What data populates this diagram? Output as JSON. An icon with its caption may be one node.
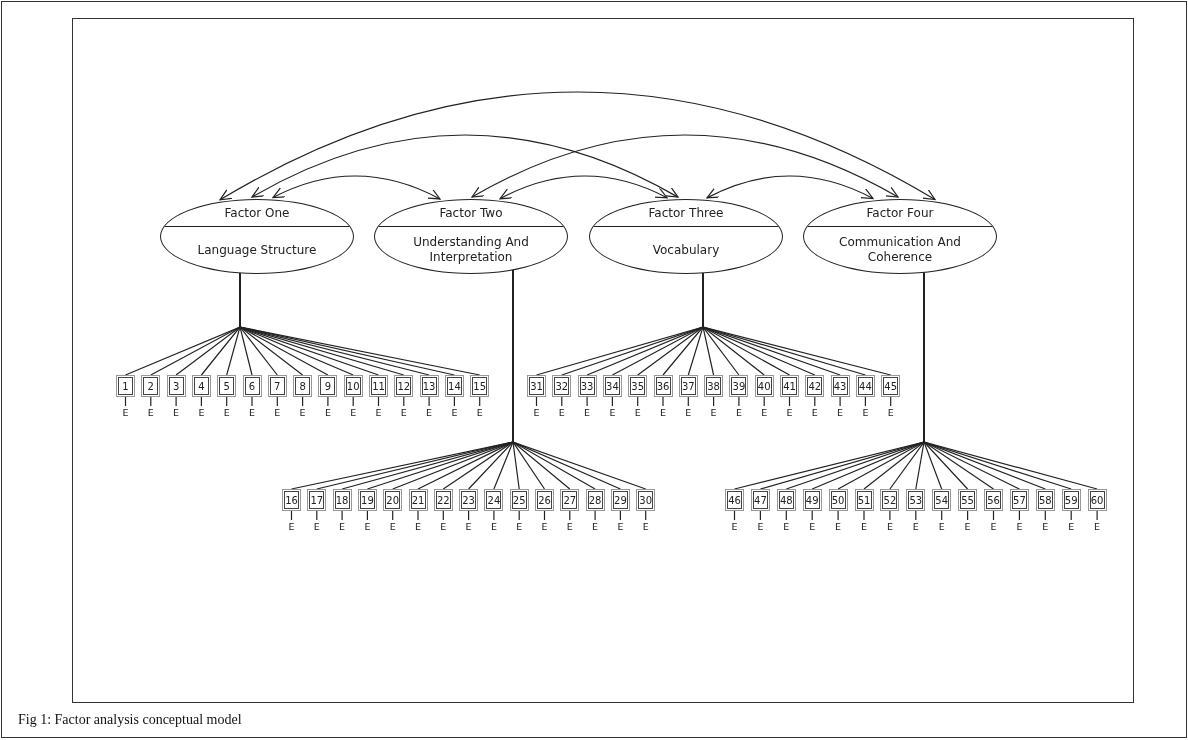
{
  "diagram": {
    "caption": "Fig 1: Factor analysis conceptual model",
    "nodes": [
      {
        "text": [
          "Factor One",
          "Language Structure"
        ]
      },
      {
        "text": [
          "Factor Two",
          "Understanding And Interpretation"
        ]
      },
      {
        "text": [
          "Factor Three",
          "Vocabulary"
        ]
      },
      {
        "text": [
          "Factor Four",
          "Communication And Coherence"
        ]
      },
      {
        "text": [
          "1"
        ]
      },
      {
        "text": [
          "2"
        ]
      },
      {
        "text": [
          "3"
        ]
      },
      {
        "text": [
          "4"
        ]
      },
      {
        "text": [
          "5"
        ]
      },
      {
        "text": [
          "6"
        ]
      },
      {
        "text": [
          "7"
        ]
      },
      {
        "text": [
          "8"
        ]
      },
      {
        "text": [
          "9"
        ]
      },
      {
        "text": [
          "10"
        ]
      },
      {
        "text": [
          "11"
        ]
      },
      {
        "text": [
          "12"
        ]
      },
      {
        "text": [
          "13"
        ]
      },
      {
        "text": [
          "14"
        ]
      },
      {
        "text": [
          "15"
        ]
      },
      {
        "text": [
          "16"
        ]
      },
      {
        "text": [
          "17"
        ]
      },
      {
        "text": [
          "18"
        ]
      },
      {
        "text": [
          "19"
        ]
      },
      {
        "text": [
          "20"
        ]
      },
      {
        "text": [
          "21"
        ]
      },
      {
        "text": [
          "22"
        ]
      },
      {
        "text": [
          "23"
        ]
      },
      {
        "text": [
          "24"
        ]
      },
      {
        "text": [
          "25"
        ]
      },
      {
        "text": [
          "26"
        ]
      },
      {
        "text": [
          "27"
        ]
      },
      {
        "text": [
          "28"
        ]
      },
      {
        "text": [
          "29"
        ]
      },
      {
        "text": [
          "30"
        ]
      },
      {
        "text": [
          "31"
        ]
      },
      {
        "text": [
          "32"
        ]
      },
      {
        "text": [
          "33"
        ]
      },
      {
        "text": [
          "34"
        ]
      },
      {
        "text": [
          "35"
        ]
      },
      {
        "text": [
          "36"
        ]
      },
      {
        "text": [
          "37"
        ]
      },
      {
        "text": [
          "38"
        ]
      },
      {
        "text": [
          "39"
        ]
      },
      {
        "text": [
          "40"
        ]
      },
      {
        "text": [
          "41"
        ]
      },
      {
        "text": [
          "42"
        ]
      },
      {
        "text": [
          "43"
        ]
      },
      {
        "text": [
          "44"
        ]
      },
      {
        "text": [
          "45"
        ]
      },
      {
        "text": [
          "46"
        ]
      },
      {
        "text": [
          "47"
        ]
      },
      {
        "text": [
          "48"
        ]
      },
      {
        "text": [
          "49"
        ]
      },
      {
        "text": [
          "50"
        ]
      },
      {
        "text": [
          "51"
        ]
      },
      {
        "text": [
          "52"
        ]
      },
      {
        "text": [
          "53"
        ]
      },
      {
        "text": [
          "54"
        ]
      },
      {
        "text": [
          "55"
        ]
      },
      {
        "text": [
          "56"
        ]
      },
      {
        "text": [
          "57"
        ]
      },
      {
        "text": [
          "58"
        ]
      },
      {
        "text": [
          "59"
        ]
      },
      {
        "text": [
          "60"
        ]
      },
      {
        "text": [
          "E"
        ]
      },
      {
        "text": [
          "E"
        ]
      },
      {
        "text": [
          "E"
        ]
      },
      {
        "text": [
          "E"
        ]
      },
      {
        "text": [
          "E"
        ]
      },
      {
        "text": [
          "E"
        ]
      },
      {
        "text": [
          "E"
        ]
      },
      {
        "text": [
          "E"
        ]
      },
      {
        "text": [
          "E"
        ]
      },
      {
        "text": [
          "E"
        ]
      },
      {
        "text": [
          "E"
        ]
      },
      {
        "text": [
          "E"
        ]
      },
      {
        "text": [
          "E"
        ]
      },
      {
        "text": [
          "E"
        ]
      },
      {
        "text": [
          "E"
        ]
      },
      {
        "text": [
          "E"
        ]
      },
      {
        "text": [
          "E"
        ]
      },
      {
        "text": [
          "E"
        ]
      },
      {
        "text": [
          "E"
        ]
      },
      {
        "text": [
          "E"
        ]
      },
      {
        "text": [
          "E"
        ]
      },
      {
        "text": [
          "E"
        ]
      },
      {
        "text": [
          "E"
        ]
      },
      {
        "text": [
          "E"
        ]
      },
      {
        "text": [
          "E"
        ]
      },
      {
        "text": [
          "E"
        ]
      },
      {
        "text": [
          "E"
        ]
      },
      {
        "text": [
          "E"
        ]
      },
      {
        "text": [
          "E"
        ]
      },
      {
        "text": [
          "E"
        ]
      },
      {
        "text": [
          "E"
        ]
      },
      {
        "text": [
          "E"
        ]
      },
      {
        "text": [
          "E"
        ]
      },
      {
        "text": [
          "E"
        ]
      },
      {
        "text": [
          "E"
        ]
      },
      {
        "text": [
          "E"
        ]
      },
      {
        "text": [
          "E"
        ]
      },
      {
        "text": [
          "E"
        ]
      },
      {
        "text": [
          "E"
        ]
      },
      {
        "text": [
          "E"
        ]
      },
      {
        "text": [
          "E"
        ]
      },
      {
        "text": [
          "E"
        ]
      },
      {
        "text": [
          "E"
        ]
      },
      {
        "text": [
          "E"
        ]
      },
      {
        "text": [
          "E"
        ]
      },
      {
        "text": [
          "E"
        ]
      },
      {
        "text": [
          "E"
        ]
      },
      {
        "text": [
          "E"
        ]
      },
      {
        "text": [
          "E"
        ]
      },
      {
        "text": [
          "E"
        ]
      },
      {
        "text": [
          "E"
        ]
      },
      {
        "text": [
          "E"
        ]
      },
      {
        "text": [
          "E"
        ]
      },
      {
        "text": [
          "E"
        ]
      },
      {
        "text": [
          "E"
        ]
      },
      {
        "text": [
          "E"
        ]
      },
      {
        "text": [
          "E"
        ]
      },
      {
        "text": [
          "E"
        ]
      },
      {
        "text": [
          "E"
        ]
      },
      {
        "text": [
          "E"
        ]
      }
    ],
    "edges": [
      {
        "from": 0,
        "to": 1,
        "arrow": "both"
      },
      {
        "from": 1,
        "to": 2,
        "arrow": "both"
      },
      {
        "from": 2,
        "to": 3,
        "arrow": "both"
      },
      {
        "from": 0,
        "to": 2,
        "arrow": "both"
      },
      {
        "from": 1,
        "to": 3,
        "arrow": "both"
      },
      {
        "from": 0,
        "to": 3,
        "arrow": "both"
      },
      {
        "from": 0,
        "to": 4,
        "arrow": "none"
      },
      {
        "from": 0,
        "to": 5,
        "arrow": "none"
      },
      {
        "from": 0,
        "to": 6,
        "arrow": "none"
      },
      {
        "from": 0,
        "to": 7,
        "arrow": "none"
      },
      {
        "from": 0,
        "to": 8,
        "arrow": "none"
      },
      {
        "from": 0,
        "to": 9,
        "arrow": "none"
      },
      {
        "from": 0,
        "to": 10,
        "arrow": "none"
      },
      {
        "from": 0,
        "to": 11,
        "arrow": "none"
      },
      {
        "from": 0,
        "to": 12,
        "arrow": "none"
      },
      {
        "from": 0,
        "to": 13,
        "arrow": "none"
      },
      {
        "from": 0,
        "to": 14,
        "arrow": "none"
      },
      {
        "from": 0,
        "to": 15,
        "arrow": "none"
      },
      {
        "from": 0,
        "to": 16,
        "arrow": "none"
      },
      {
        "from": 0,
        "to": 17,
        "arrow": "none"
      },
      {
        "from": 0,
        "to": 18,
        "arrow": "none"
      },
      {
        "from": 1,
        "to": 19,
        "arrow": "none"
      },
      {
        "from": 1,
        "to": 20,
        "arrow": "none"
      },
      {
        "from": 1,
        "to": 21,
        "arrow": "none"
      },
      {
        "from": 1,
        "to": 22,
        "arrow": "none"
      },
      {
        "from": 1,
        "to": 23,
        "arrow": "none"
      },
      {
        "from": 1,
        "to": 24,
        "arrow": "none"
      },
      {
        "from": 1,
        "to": 25,
        "arrow": "none"
      },
      {
        "from": 1,
        "to": 26,
        "arrow": "none"
      },
      {
        "from": 1,
        "to": 27,
        "arrow": "none"
      },
      {
        "from": 1,
        "to": 28,
        "arrow": "none"
      },
      {
        "from": 1,
        "to": 29,
        "arrow": "none"
      },
      {
        "from": 1,
        "to": 30,
        "arrow": "none"
      },
      {
        "from": 1,
        "to": 31,
        "arrow": "none"
      },
      {
        "from": 1,
        "to": 32,
        "arrow": "none"
      },
      {
        "from": 1,
        "to": 33,
        "arrow": "none"
      },
      {
        "from": 2,
        "to": 34,
        "arrow": "none"
      },
      {
        "from": 2,
        "to": 35,
        "arrow": "none"
      },
      {
        "from": 2,
        "to": 36,
        "arrow": "none"
      },
      {
        "from": 2,
        "to": 37,
        "arrow": "none"
      },
      {
        "from": 2,
        "to": 38,
        "arrow": "none"
      },
      {
        "from": 2,
        "to": 39,
        "arrow": "none"
      },
      {
        "from": 2,
        "to": 40,
        "arrow": "none"
      },
      {
        "from": 2,
        "to": 41,
        "arrow": "none"
      },
      {
        "from": 2,
        "to": 42,
        "arrow": "none"
      },
      {
        "from": 2,
        "to": 43,
        "arrow": "none"
      },
      {
        "from": 2,
        "to": 44,
        "arrow": "none"
      },
      {
        "from": 2,
        "to": 45,
        "arrow": "none"
      },
      {
        "from": 2,
        "to": 46,
        "arrow": "none"
      },
      {
        "from": 2,
        "to": 47,
        "arrow": "none"
      },
      {
        "from": 2,
        "to": 48,
        "arrow": "none"
      },
      {
        "from": 3,
        "to": 49,
        "arrow": "none"
      },
      {
        "from": 3,
        "to": 50,
        "arrow": "none"
      },
      {
        "from": 3,
        "to": 51,
        "arrow": "none"
      },
      {
        "from": 3,
        "to": 52,
        "arrow": "none"
      },
      {
        "from": 3,
        "to": 53,
        "arrow": "none"
      },
      {
        "from": 3,
        "to": 54,
        "arrow": "none"
      },
      {
        "from": 3,
        "to": 55,
        "arrow": "none"
      },
      {
        "from": 3,
        "to": 56,
        "arrow": "none"
      },
      {
        "from": 3,
        "to": 57,
        "arrow": "none"
      },
      {
        "from": 3,
        "to": 58,
        "arrow": "none"
      },
      {
        "from": 3,
        "to": 59,
        "arrow": "none"
      },
      {
        "from": 3,
        "to": 60,
        "arrow": "none"
      },
      {
        "from": 3,
        "to": 61,
        "arrow": "none"
      },
      {
        "from": 3,
        "to": 62,
        "arrow": "none"
      },
      {
        "from": 3,
        "to": 63,
        "arrow": "none"
      },
      {
        "from": 4,
        "to": 64,
        "arrow": "none"
      },
      {
        "from": 5,
        "to": 65,
        "arrow": "none"
      },
      {
        "from": 6,
        "to": 66,
        "arrow": "none"
      },
      {
        "from": 7,
        "to": 67,
        "arrow": "none"
      },
      {
        "from": 8,
        "to": 68,
        "arrow": "none"
      },
      {
        "from": 9,
        "to": 69,
        "arrow": "none"
      },
      {
        "from": 10,
        "to": 70,
        "arrow": "none"
      },
      {
        "from": 11,
        "to": 71,
        "arrow": "none"
      },
      {
        "from": 12,
        "to": 72,
        "arrow": "none"
      },
      {
        "from": 13,
        "to": 73,
        "arrow": "none"
      },
      {
        "from": 14,
        "to": 74,
        "arrow": "none"
      },
      {
        "from": 15,
        "to": 75,
        "arrow": "none"
      },
      {
        "from": 16,
        "to": 76,
        "arrow": "none"
      },
      {
        "from": 17,
        "to": 77,
        "arrow": "none"
      },
      {
        "from": 18,
        "to": 78,
        "arrow": "none"
      },
      {
        "from": 19,
        "to": 79,
        "arrow": "none"
      },
      {
        "from": 20,
        "to": 80,
        "arrow": "none"
      },
      {
        "from": 21,
        "to": 81,
        "arrow": "none"
      },
      {
        "from": 22,
        "to": 82,
        "arrow": "none"
      },
      {
        "from": 23,
        "to": 83,
        "arrow": "none"
      },
      {
        "from": 24,
        "to": 84,
        "arrow": "none"
      },
      {
        "from": 25,
        "to": 85,
        "arrow": "none"
      },
      {
        "from": 26,
        "to": 86,
        "arrow": "none"
      },
      {
        "from": 27,
        "to": 87,
        "arrow": "none"
      },
      {
        "from": 28,
        "to": 88,
        "arrow": "none"
      },
      {
        "from": 29,
        "to": 89,
        "arrow": "none"
      },
      {
        "from": 30,
        "to": 90,
        "arrow": "none"
      },
      {
        "from": 31,
        "to": 91,
        "arrow": "none"
      },
      {
        "from": 32,
        "to": 92,
        "arrow": "none"
      },
      {
        "from": 33,
        "to": 93,
        "arrow": "none"
      },
      {
        "from": 34,
        "to": 94,
        "arrow": "none"
      },
      {
        "from": 35,
        "to": 95,
        "arrow": "none"
      },
      {
        "from": 36,
        "to": 96,
        "arrow": "none"
      },
      {
        "from": 37,
        "to": 97,
        "arrow": "none"
      },
      {
        "from": 38,
        "to": 98,
        "arrow": "none"
      },
      {
        "from": 39,
        "to": 99,
        "arrow": "none"
      },
      {
        "from": 40,
        "to": 100,
        "arrow": "none"
      },
      {
        "from": 41,
        "to": 101,
        "arrow": "none"
      },
      {
        "from": 42,
        "to": 102,
        "arrow": "none"
      },
      {
        "from": 43,
        "to": 103,
        "arrow": "none"
      },
      {
        "from": 44,
        "to": 104,
        "arrow": "none"
      },
      {
        "from": 45,
        "to": 105,
        "arrow": "none"
      },
      {
        "from": 46,
        "to": 106,
        "arrow": "none"
      },
      {
        "from": 47,
        "to": 107,
        "arrow": "none"
      },
      {
        "from": 48,
        "to": 108,
        "arrow": "none"
      },
      {
        "from": 49,
        "to": 109,
        "arrow": "none"
      },
      {
        "from": 50,
        "to": 110,
        "arrow": "none"
      },
      {
        "from": 51,
        "to": 111,
        "arrow": "none"
      },
      {
        "from": 52,
        "to": 112,
        "arrow": "none"
      },
      {
        "from": 53,
        "to": 113,
        "arrow": "none"
      },
      {
        "from": 54,
        "to": 114,
        "arrow": "none"
      },
      {
        "from": 55,
        "to": 115,
        "arrow": "none"
      },
      {
        "from": 56,
        "to": 116,
        "arrow": "none"
      },
      {
        "from": 57,
        "to": 117,
        "arrow": "none"
      },
      {
        "from": 58,
        "to": 118,
        "arrow": "none"
      },
      {
        "from": 59,
        "to": 119,
        "arrow": "none"
      },
      {
        "from": 60,
        "to": 120,
        "arrow": "none"
      },
      {
        "from": 61,
        "to": 121,
        "arrow": "none"
      },
      {
        "from": 62,
        "to": 122,
        "arrow": "none"
      },
      {
        "from": 63,
        "to": 123,
        "arrow": "none"
      }
    ]
  }
}
